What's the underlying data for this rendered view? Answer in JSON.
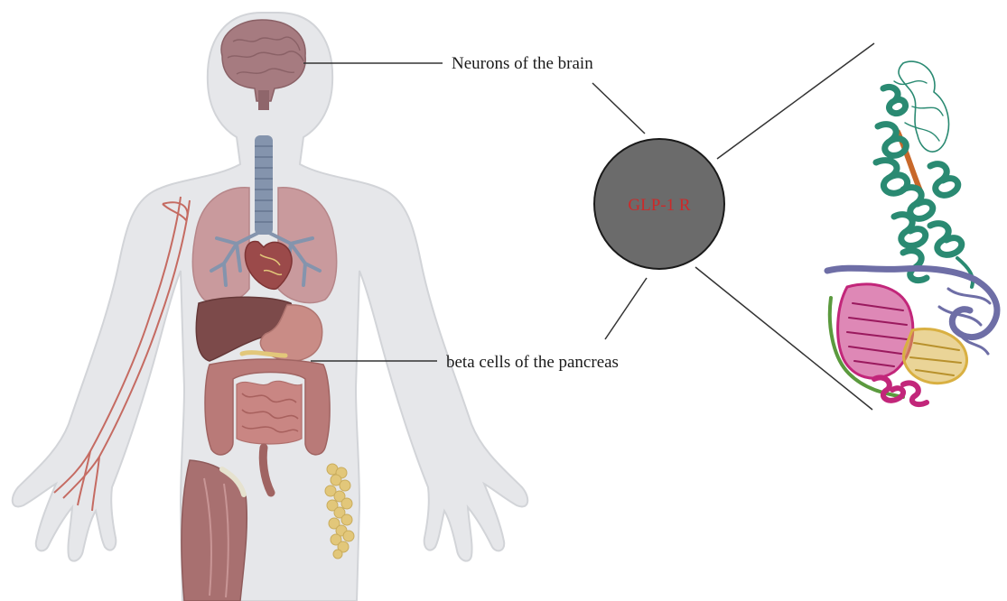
{
  "labels": {
    "brain": "Neurons of the brain",
    "pancreas": "beta cells of the pancreas",
    "receptor": "GLP-1 R"
  },
  "colors": {
    "body_fill": "#e6e7ea",
    "body_outline": "#d2d4d8",
    "brain": "#a67b80",
    "lungs": "#c99a9d",
    "trachea": "#8494ad",
    "heart": "#9b4a4a",
    "liver": "#7c4a4a",
    "stomach": "#c98c86",
    "intestine": "#c98683",
    "muscle": "#a87070",
    "fat_cells": "#e2c77a",
    "vessels": "#c56b62",
    "receptor_circle": "#6b6b6b",
    "receptor_text": "#cc2a2a",
    "protein_teal": "#2a8a72",
    "protein_orange": "#c8682a",
    "protein_magenta": "#c2267a",
    "protein_purple": "#6e6ea6",
    "protein_gold": "#d9b042",
    "protein_green": "#5b9a3e",
    "leader_line": "#333333"
  },
  "icons": [
    "human-body-icon",
    "brain-icon",
    "lungs-icon",
    "heart-icon",
    "liver-icon",
    "intestine-icon",
    "protein-structure-icon"
  ]
}
